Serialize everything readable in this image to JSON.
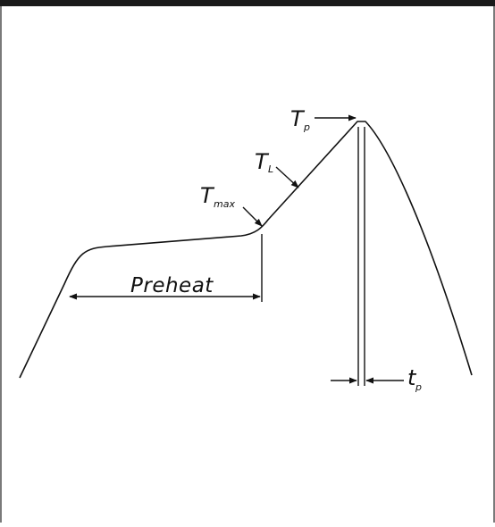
{
  "diagram": {
    "labels": {
      "tp_peak": {
        "main": "T",
        "sub": "p"
      },
      "tl": {
        "main": "T",
        "sub": "L"
      },
      "tmax": {
        "main": "T",
        "sub": "max"
      },
      "preheat": "Preheat",
      "tp_time": {
        "main": "t",
        "sub": "p"
      }
    },
    "colors": {
      "ink": "#111111",
      "background": "#ffffff",
      "top_bar": "#1a1a1a"
    }
  }
}
